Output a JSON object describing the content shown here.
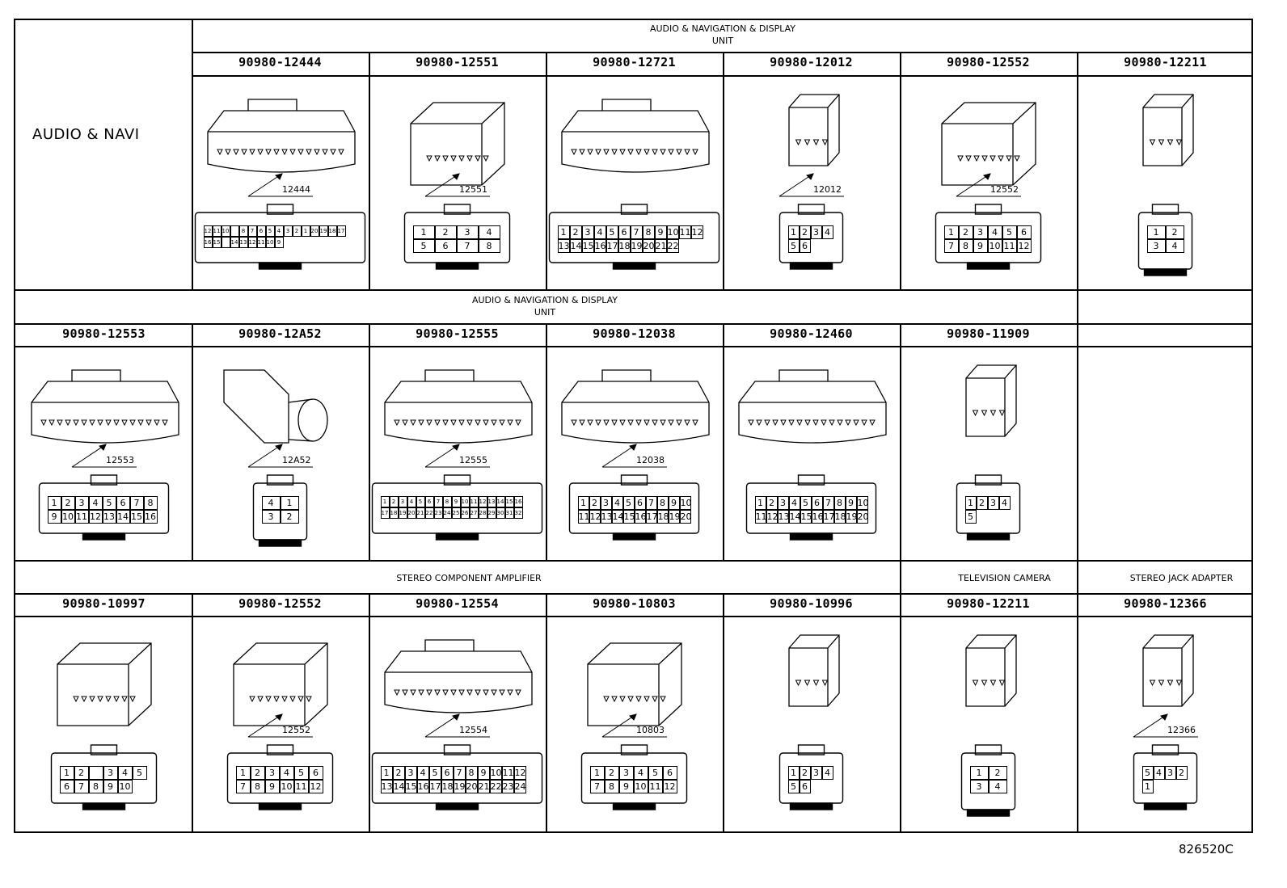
{
  "side_label": "AUDIO & NAVI",
  "figure_id": "826520C",
  "groups": {
    "row1": {
      "line1": "AUDIO & NAVIGATION & DISPLAY",
      "line2": "UNIT"
    },
    "row2": {
      "line1": "AUDIO & NAVIGATION & DISPLAY",
      "line2": "UNIT"
    },
    "row3_amp": "STEREO COMPONENT AMPLIFIER",
    "row3_tv": "TELEVISION CAMERA",
    "row3_jack": "STEREO JACK ADAPTER"
  },
  "rows": [
    [
      {
        "pn": "90980-12444",
        "callout": "12444",
        "pins": [
          "12",
          "11",
          "10",
          "",
          "8",
          "7",
          "6",
          "5",
          "4",
          "3",
          "2",
          "1",
          "20",
          "19",
          "18",
          "17",
          "16",
          "15",
          "",
          "14",
          "13",
          "12",
          "11",
          "10",
          "9"
        ]
      },
      {
        "pn": "90980-12551",
        "callout": "12551",
        "pins": [
          "1",
          "2",
          "3",
          "4",
          "5",
          "6",
          "7",
          "8"
        ]
      },
      {
        "pn": "90980-12721",
        "callout": "",
        "pins": [
          "1",
          "2",
          "3",
          "4",
          "5",
          "6",
          "7",
          "8",
          "9",
          "10",
          "11",
          "12",
          "13",
          "14",
          "15",
          "16",
          "17",
          "18",
          "19",
          "20",
          "21",
          "22"
        ]
      },
      {
        "pn": "90980-12012",
        "callout": "12012",
        "pins": [
          "1",
          "2",
          "3",
          "4",
          "5",
          "6"
        ]
      },
      {
        "pn": "90980-12552",
        "callout": "12552",
        "pins": [
          "1",
          "2",
          "3",
          "4",
          "5",
          "6",
          "7",
          "8",
          "9",
          "10",
          "11",
          "12"
        ]
      },
      {
        "pn": "90980-12211",
        "callout": "",
        "pins": [
          "1",
          "2",
          "3",
          "4"
        ]
      }
    ],
    [
      {
        "pn": "90980-12553",
        "callout": "12553",
        "pins": [
          "1",
          "2",
          "3",
          "4",
          "5",
          "6",
          "7",
          "8",
          "9",
          "10",
          "11",
          "12",
          "13",
          "14",
          "15",
          "16"
        ]
      },
      {
        "pn": "90980-12A52",
        "callout": "12A52",
        "pins": [
          "4",
          "1",
          "3",
          "2"
        ]
      },
      {
        "pn": "90980-12555",
        "callout": "12555",
        "pins": [
          "1",
          "2",
          "3",
          "4",
          "5",
          "6",
          "7",
          "8",
          "9",
          "10",
          "11",
          "12",
          "13",
          "14",
          "15",
          "16",
          "17",
          "18",
          "19",
          "20",
          "21",
          "22",
          "23",
          "24",
          "25",
          "26",
          "27",
          "28",
          "29",
          "30",
          "31",
          "32"
        ]
      },
      {
        "pn": "90980-12038",
        "callout": "12038",
        "pins": [
          "1",
          "2",
          "3",
          "4",
          "5",
          "6",
          "7",
          "8",
          "9",
          "10",
          "11",
          "12",
          "13",
          "14",
          "15",
          "16",
          "17",
          "18",
          "19",
          "20"
        ]
      },
      {
        "pn": "90980-12460",
        "callout": "",
        "pins": [
          "1",
          "2",
          "3",
          "4",
          "5",
          "6",
          "7",
          "8",
          "9",
          "10",
          "11",
          "12",
          "13",
          "14",
          "15",
          "16",
          "17",
          "18",
          "19",
          "20"
        ]
      },
      {
        "pn": "90980-11909",
        "callout": "",
        "pins": [
          "1",
          "2",
          "3",
          "4",
          "5"
        ]
      },
      {
        "pn": "",
        "callout": "",
        "pins": []
      }
    ],
    [
      {
        "pn": "90980-10997",
        "callout": "",
        "pins": [
          "1",
          "2",
          "",
          "3",
          "4",
          "5",
          "6",
          "7",
          "8",
          "9",
          "10"
        ]
      },
      {
        "pn": "90980-12552",
        "callout": "12552",
        "pins": [
          "1",
          "2",
          "3",
          "4",
          "5",
          "6",
          "7",
          "8",
          "9",
          "10",
          "11",
          "12"
        ]
      },
      {
        "pn": "90980-12554",
        "callout": "12554",
        "pins": [
          "1",
          "2",
          "3",
          "4",
          "5",
          "6",
          "7",
          "8",
          "9",
          "10",
          "11",
          "12",
          "13",
          "14",
          "15",
          "16",
          "17",
          "18",
          "19",
          "20",
          "21",
          "22",
          "23",
          "24"
        ]
      },
      {
        "pn": "90980-10803",
        "callout": "10803",
        "pins": [
          "1",
          "2",
          "3",
          "4",
          "5",
          "6",
          "7",
          "8",
          "9",
          "10",
          "11",
          "12"
        ]
      },
      {
        "pn": "90980-10996",
        "callout": "",
        "pins": [
          "1",
          "2",
          "3",
          "4",
          "5",
          "6"
        ]
      },
      {
        "pn": "90980-12211",
        "callout": "",
        "pins": [
          "1",
          "2",
          "3",
          "4"
        ]
      },
      {
        "pn": "90980-12366",
        "callout": "12366",
        "pins": [
          "5",
          "4",
          "3",
          "2",
          "1"
        ]
      }
    ]
  ]
}
